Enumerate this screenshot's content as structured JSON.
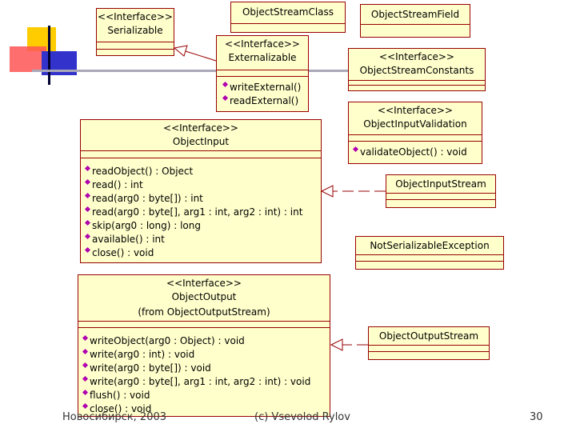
{
  "boxes": {
    "serializable": {
      "stereotype": "<<Interface>>",
      "name": "Serializable"
    },
    "object_stream_class": {
      "name": "ObjectStreamClass"
    },
    "object_stream_field": {
      "name": "ObjectStreamField"
    },
    "externalizable": {
      "stereotype": "<<Interface>>",
      "name": "Externalizable",
      "operations": [
        "writeExternal()",
        "readExternal()"
      ]
    },
    "object_stream_constants": {
      "stereotype": "<<Interface>>",
      "name": "ObjectStreamConstants"
    },
    "object_input_validation": {
      "stereotype": "<<Interface>>",
      "name": "ObjectInputValidation",
      "operations": [
        "validateObject() : void"
      ]
    },
    "object_input": {
      "stereotype": "<<Interface>>",
      "name": "ObjectInput",
      "operations": [
        "readObject() : Object",
        "read() : int",
        "read(arg0 : byte[]) : int",
        "read(arg0 : byte[], arg1 : int, arg2 : int) : int",
        "skip(arg0 : long) : long",
        "available() : int",
        "close() : void"
      ]
    },
    "object_input_stream": {
      "name": "ObjectInputStream"
    },
    "not_serializable_exception": {
      "name": "NotSerializableException"
    },
    "object_output": {
      "stereotype": "<<Interface>>",
      "name": "ObjectOutput",
      "from": "(from ObjectOutputStream)",
      "operations": [
        "writeObject(arg0 : Object) : void",
        "write(arg0 : int) : void",
        "write(arg0 : byte[]) : void",
        "write(arg0 : byte[], arg1 : int, arg2 : int) : void",
        "flush() : void",
        "close() : void"
      ]
    },
    "object_output_stream": {
      "name": "ObjectOutputStream"
    }
  },
  "footer": {
    "left": "Новосибирск, 2003",
    "center": "(c) Vsevolod Rylov",
    "page": "30"
  },
  "colors": {
    "box_fill": "#ffffcc",
    "box_border": "#990000",
    "operation_icon": "#b000b0",
    "decor_yellow": "#ffcc00",
    "decor_red": "#ff3333",
    "decor_blue": "#3333cc"
  }
}
